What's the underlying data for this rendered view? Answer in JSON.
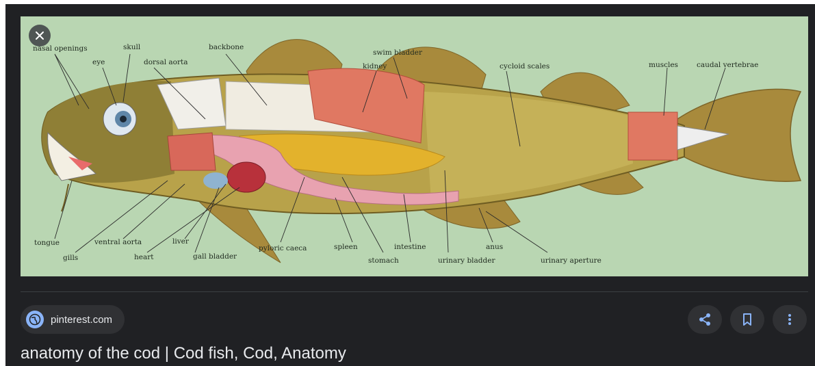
{
  "image": {
    "labels": {
      "nasal_openings": "nasal openings",
      "skull": "skull",
      "eye": "eye",
      "dorsal_aorta": "dorsal aorta",
      "backbone": "backbone",
      "swim_bladder": "swim bladder",
      "kidney": "kidney",
      "cycloid_scales": "cycloid scales",
      "muscles": "muscles",
      "caudal_vertebrae": "caudal vertebrae",
      "tongue": "tongue",
      "gills": "gills",
      "ventral_aorta": "ventral aorta",
      "heart": "heart",
      "liver": "liver",
      "gall_bladder": "gall bladder",
      "pyloric_caeca": "pyloric caeca",
      "spleen": "spleen",
      "stomach": "stomach",
      "intestine": "intestine",
      "urinary_bladder": "urinary bladder",
      "anus": "anus",
      "urinary_aperture": "urinary aperture"
    },
    "colors": {
      "background": "#b9d6b2",
      "body": "#b8a24a",
      "fins": "#a88a3c",
      "muscle": "#e07862",
      "liver": "#e3b22c",
      "gut": "#e8a2b0"
    }
  },
  "close_icon": "close-icon",
  "source": {
    "icon": "globe-icon",
    "site": "pinterest.com"
  },
  "actions": {
    "share_icon": "share-icon",
    "save_icon": "bookmark-icon",
    "more_icon": "more-vert-icon"
  },
  "title": "anatomy of the cod | Cod fish, Cod, Anatomy"
}
